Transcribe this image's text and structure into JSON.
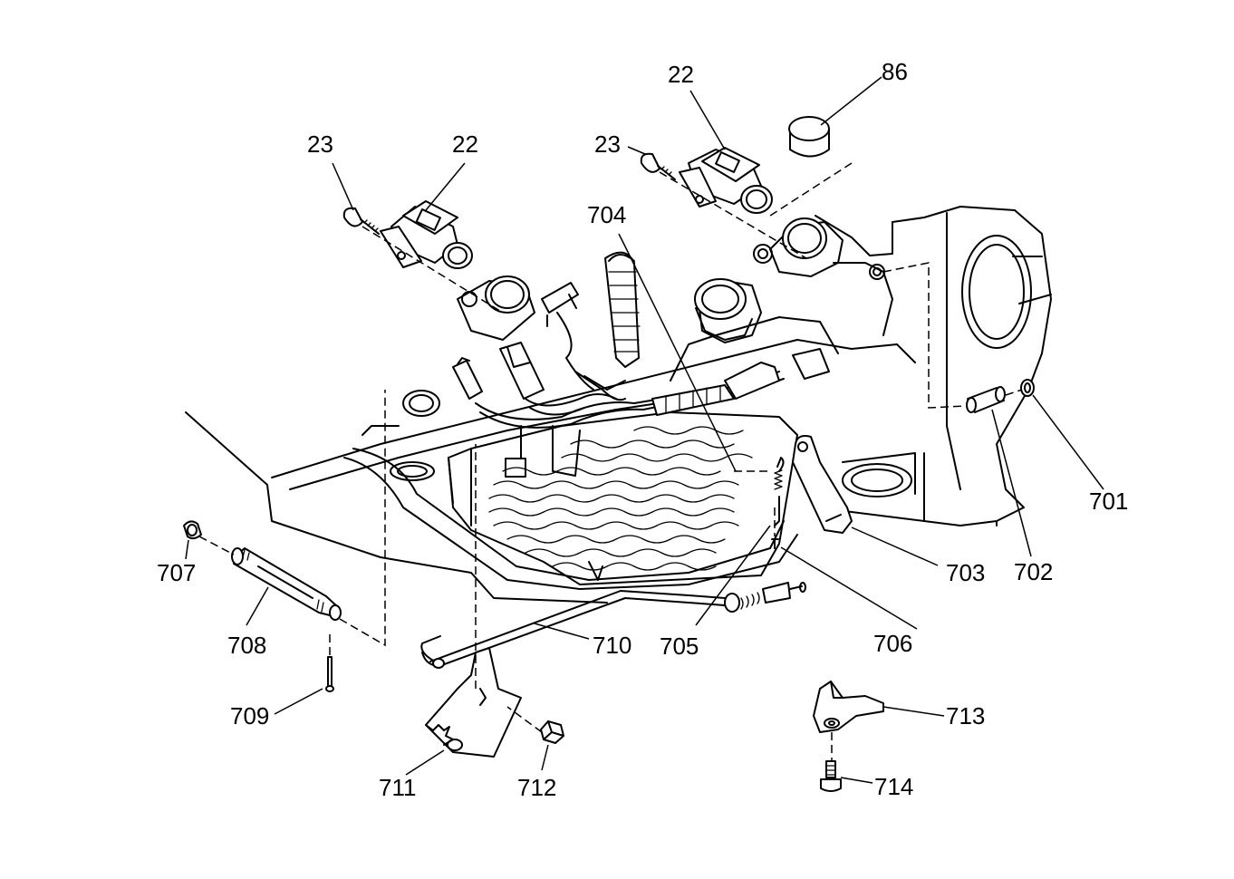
{
  "diagram": {
    "callouts": [
      {
        "id": "c23a",
        "text": "23"
      },
      {
        "id": "c22a",
        "text": "22"
      },
      {
        "id": "c23b",
        "text": "23"
      },
      {
        "id": "c22b",
        "text": "22"
      },
      {
        "id": "c86",
        "text": "86"
      },
      {
        "id": "c704",
        "text": "704"
      },
      {
        "id": "c701",
        "text": "701"
      },
      {
        "id": "c702",
        "text": "702"
      },
      {
        "id": "c703",
        "text": "703"
      },
      {
        "id": "c706",
        "text": "706"
      },
      {
        "id": "c705",
        "text": "705"
      },
      {
        "id": "c710",
        "text": "710"
      },
      {
        "id": "c707",
        "text": "707"
      },
      {
        "id": "c708",
        "text": "708"
      },
      {
        "id": "c709",
        "text": "709"
      },
      {
        "id": "c711",
        "text": "711"
      },
      {
        "id": "c712",
        "text": "712"
      },
      {
        "id": "c713",
        "text": "713"
      },
      {
        "id": "c714",
        "text": "714"
      }
    ]
  }
}
